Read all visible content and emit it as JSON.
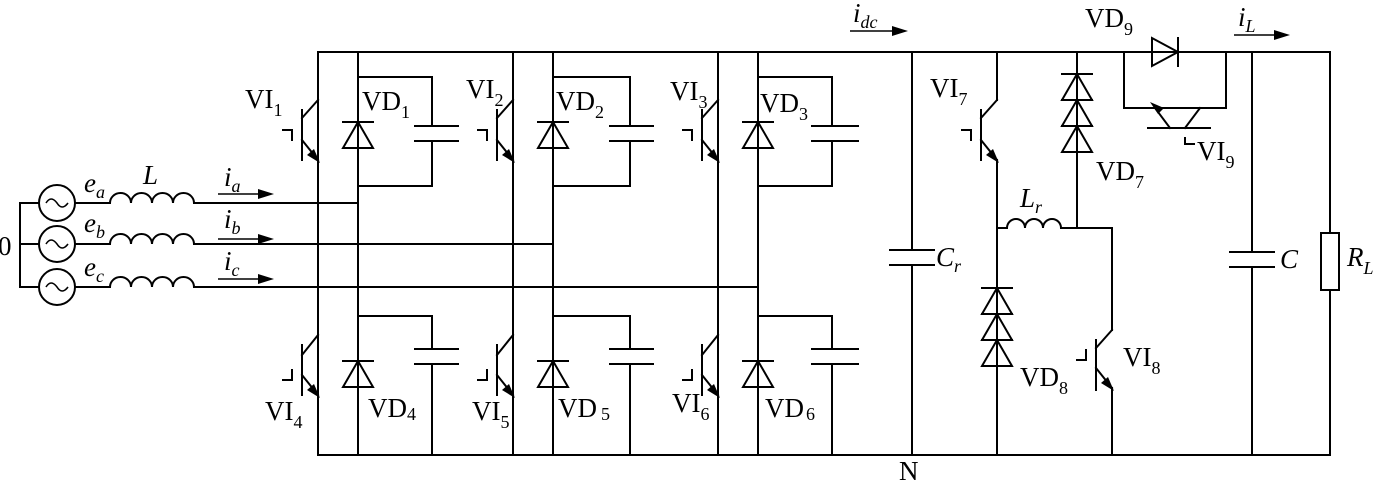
{
  "labels": {
    "ground": "0",
    "VI1": {
      "main": "VI",
      "sub": "1"
    },
    "VD1": {
      "main": "VD",
      "sub": "1"
    },
    "VI2": {
      "main": "VI",
      "sub": "2"
    },
    "VD2": {
      "main": "VD",
      "sub": "2"
    },
    "VI3": {
      "main": "VI",
      "sub": "3"
    },
    "VD3": {
      "main": "VD",
      "sub": "3"
    },
    "VI4": {
      "main": "VI",
      "sub": "4"
    },
    "VD4": {
      "main": "VD",
      "sub": "4"
    },
    "VI5": {
      "main": "VI",
      "sub": "5"
    },
    "VD5": {
      "main": "VD",
      "sub": "5"
    },
    "VI6": {
      "main": "VI",
      "sub": "6"
    },
    "VD6": {
      "main": "VD",
      "sub": "6"
    },
    "VI7": {
      "main": "VI",
      "sub": "7"
    },
    "VD7": {
      "main": "VD",
      "sub": "7"
    },
    "VI8": {
      "main": "VI",
      "sub": "8"
    },
    "VD8": {
      "main": "VD",
      "sub": "8"
    },
    "VI9": {
      "main": "VI",
      "sub": "9"
    },
    "VD9": {
      "main": "VD",
      "sub": "9"
    },
    "ea": {
      "main": "e",
      "sub": "a"
    },
    "eb": {
      "main": "e",
      "sub": "b"
    },
    "ec": {
      "main": "e",
      "sub": "c"
    },
    "L": "L",
    "ia": {
      "main": "i",
      "sub": "a"
    },
    "ib": {
      "main": "i",
      "sub": "b"
    },
    "ic": {
      "main": "i",
      "sub": "c"
    },
    "idc": {
      "main": "i",
      "sub": "dc"
    },
    "iL": {
      "main": "i",
      "sub": "L"
    },
    "Cr": {
      "main": "C",
      "sub": "r"
    },
    "Lr": {
      "main": "L",
      "sub": "r"
    },
    "C": "C",
    "RL": {
      "main": "R",
      "sub": "L"
    },
    "N": "N"
  }
}
